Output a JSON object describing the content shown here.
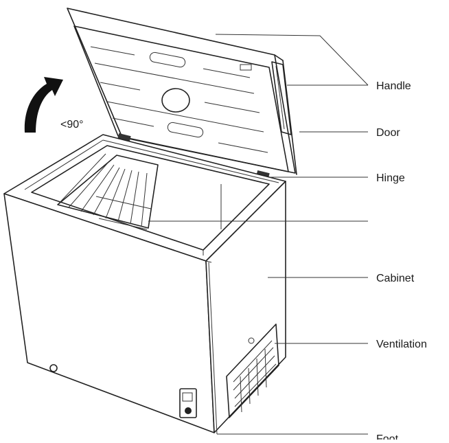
{
  "diagram": {
    "angle_label": "<90°",
    "labels": {
      "handle": "Handle",
      "door": "Door",
      "hinge": "Hinge",
      "cabinet": "Cabinet",
      "ventilation": "Ventilation",
      "foot": "Foot"
    }
  }
}
